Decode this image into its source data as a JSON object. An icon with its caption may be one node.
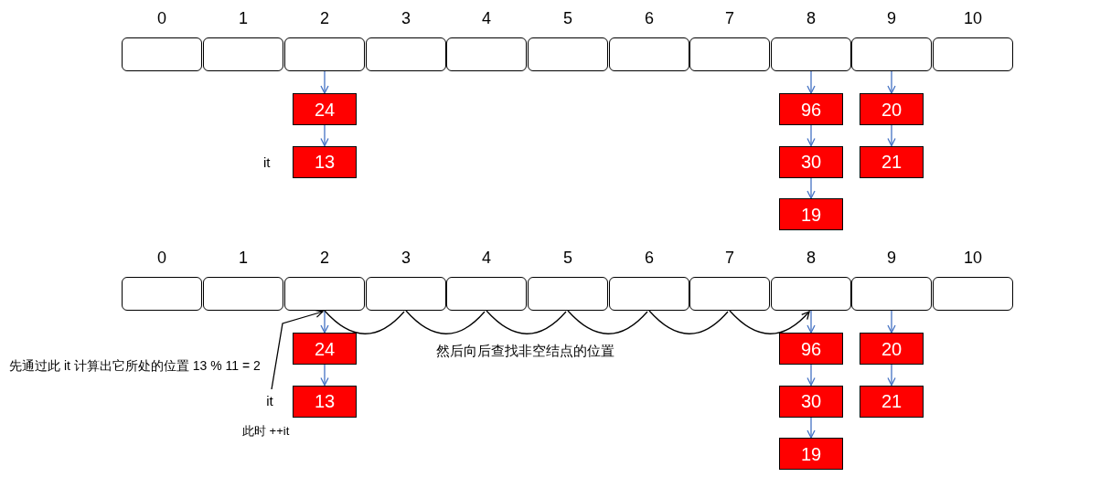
{
  "diagram": {
    "nodes": [
      {
        "text": [],
        "shape": "box",
        "beside": [
          "0"
        ]
      },
      {
        "text": [],
        "shape": "box",
        "beside": [
          "1"
        ]
      },
      {
        "text": [],
        "shape": "box",
        "beside": [
          "2"
        ]
      },
      {
        "text": [],
        "shape": "box",
        "beside": [
          "3"
        ]
      },
      {
        "text": [],
        "shape": "box",
        "beside": [
          "4"
        ]
      },
      {
        "text": [],
        "shape": "box",
        "beside": [
          "5"
        ]
      },
      {
        "text": [],
        "shape": "box",
        "beside": [
          "6"
        ]
      },
      {
        "text": [],
        "shape": "box",
        "beside": [
          "7"
        ]
      },
      {
        "text": [],
        "shape": "box",
        "beside": [
          "8"
        ]
      },
      {
        "text": [],
        "shape": "box",
        "beside": [
          "9"
        ]
      },
      {
        "text": [],
        "shape": "box",
        "beside": [
          "10"
        ]
      },
      {
        "text": [
          "24"
        ]
      },
      {
        "text": [
          "13"
        ],
        "beside": [
          "it"
        ]
      },
      {
        "text": [
          "96"
        ]
      },
      {
        "text": [
          "30"
        ]
      },
      {
        "text": [
          "19"
        ]
      },
      {
        "text": [
          "20"
        ]
      },
      {
        "text": [
          "21"
        ]
      },
      {
        "text": [],
        "shape": "box",
        "beside": [
          "0"
        ]
      },
      {
        "text": [],
        "shape": "box",
        "beside": [
          "1"
        ]
      },
      {
        "text": [],
        "shape": "box",
        "beside": [
          "2"
        ]
      },
      {
        "text": [],
        "shape": "box",
        "beside": [
          "3"
        ]
      },
      {
        "text": [],
        "shape": "box",
        "beside": [
          "4"
        ]
      },
      {
        "text": [],
        "shape": "box",
        "beside": [
          "5"
        ]
      },
      {
        "text": [],
        "shape": "box",
        "beside": [
          "6"
        ]
      },
      {
        "text": [],
        "shape": "box",
        "beside": [
          "7"
        ]
      },
      {
        "text": [],
        "shape": "box",
        "beside": [
          "8"
        ]
      },
      {
        "text": [],
        "shape": "box",
        "beside": [
          "9"
        ]
      },
      {
        "text": [],
        "shape": "box",
        "beside": [
          "10"
        ]
      },
      {
        "text": [
          "24"
        ]
      },
      {
        "text": [
          "13"
        ]
      },
      {
        "text": [
          "96"
        ]
      },
      {
        "text": [
          "30"
        ]
      },
      {
        "text": [
          "19"
        ]
      },
      {
        "text": [
          "20"
        ]
      },
      {
        "text": [
          "21"
        ]
      },
      {
        "text": [
          "it"
        ]
      }
    ],
    "edges": [
      {
        "from": 2,
        "to": 11,
        "arrow": "to"
      },
      {
        "from": 11,
        "to": 12,
        "arrow": "to"
      },
      {
        "from": 8,
        "to": 13,
        "arrow": "to"
      },
      {
        "from": 13,
        "to": 14,
        "arrow": "to"
      },
      {
        "from": 14,
        "to": 15,
        "arrow": "to"
      },
      {
        "from": 9,
        "to": 16,
        "arrow": "to"
      },
      {
        "from": 16,
        "to": 17,
        "arrow": "to"
      },
      {
        "from": 20,
        "to": 29,
        "arrow": "to"
      },
      {
        "from": 29,
        "to": 30,
        "arrow": "to"
      },
      {
        "from": 26,
        "to": 31,
        "arrow": "to"
      },
      {
        "from": 31,
        "to": 32,
        "arrow": "to"
      },
      {
        "from": 32,
        "to": 33,
        "arrow": "to"
      },
      {
        "from": 27,
        "to": 34,
        "arrow": "to"
      },
      {
        "from": 34,
        "to": 35,
        "arrow": "to"
      },
      {
        "from": 36,
        "to": 20,
        "arrow": "to",
        "color": "#000000"
      },
      {
        "from": 20,
        "to": 21,
        "arrow": "none",
        "color": "#000000"
      },
      {
        "from": 21,
        "to": 22,
        "arrow": "none",
        "color": "#000000"
      },
      {
        "from": 22,
        "to": 23,
        "arrow": "none",
        "color": "#000000"
      },
      {
        "from": 23,
        "to": 24,
        "arrow": "none",
        "color": "#000000"
      },
      {
        "from": 24,
        "to": 25,
        "arrow": "none",
        "color": "#000000"
      },
      {
        "from": 25,
        "to": 26,
        "arrow": "to",
        "color": "#000000"
      }
    ],
    "labels": [
      "然后向后查找非空结点的位置",
      "先通过此 it 计算出它所处的位置 13 % 11 = 2",
      "此时 ++it"
    ]
  }
}
